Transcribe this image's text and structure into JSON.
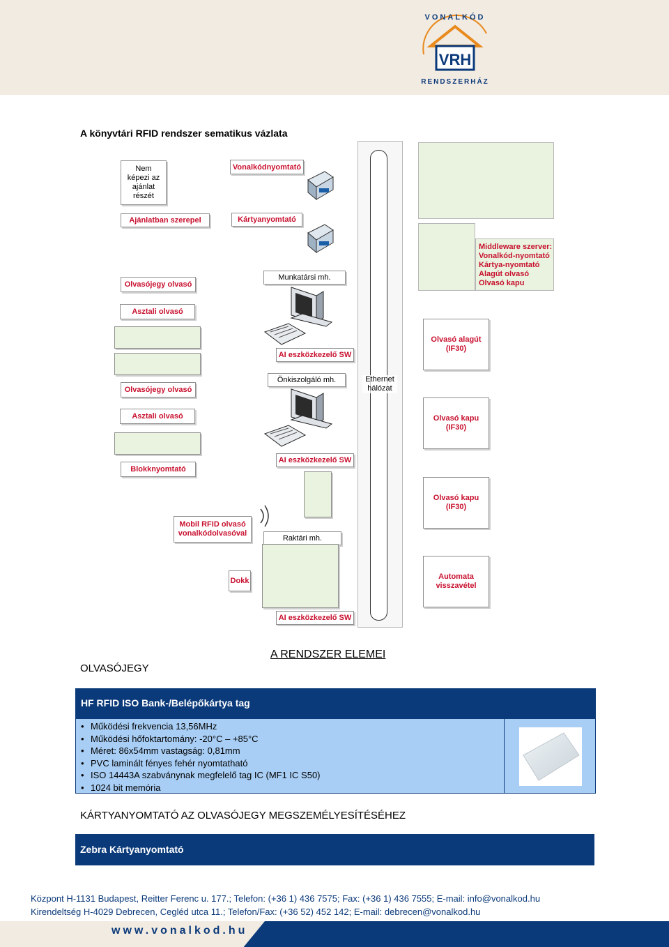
{
  "header": {
    "logo_text_top": "VONALKÓD",
    "logo_text_mid": "VRH",
    "logo_text_bottom": "RENDSZERHÁZ"
  },
  "diagram": {
    "title": "A könyvtári RFID rendszer sematikus vázlata",
    "labels": {
      "nem_kepezi": "Nem képezi az ajánlat részét",
      "ajanlatban": "Ajánlatban szerepel",
      "vonalkodnyomtato": "Vonalkódnyomtató",
      "kartyanyomtato": "Kártyanyomtató",
      "olvasojegy_olvaso_1": "Olvasójegy olvasó",
      "munkatarsi": "Munkatársi mh.",
      "asztali_olvaso_1": "Asztali olvasó",
      "ai_sw_1": "AI eszközkezelő SW",
      "olvasojegy_olvaso_2": "Olvasójegy olvasó",
      "onkiszolgalo": "Önkiszolgáló mh.",
      "ethernet": "Ethernet hálózat",
      "asztali_olvaso_2": "Asztali olvasó",
      "blokknyomtato": "Blokknyomtató",
      "ai_sw_2": "AI eszközkezelő SW",
      "mobil": "Mobil RFID olvasó vonalkódolvasóval",
      "raktari": "Raktári mh.",
      "dokk": "Dokk",
      "ai_sw_3": "AI eszközkezelő SW",
      "alagut": "Olvasó alagút (IF30)",
      "kapu_1": "Olvasó kapu (IF30)",
      "kapu_2": "Olvasó kapu (IF30)",
      "automata": "Automata visszavétel"
    },
    "middleware": [
      "Middleware szerver:",
      "Vonalkód-nyomtató",
      "Kártya-nyomtató",
      "Alagút olvasó",
      "Olvasó kapu"
    ]
  },
  "olvasojegy": {
    "section_title": "OLVASÓJEGY",
    "system_title": "A RENDSZER ELEMEI",
    "bar_title": "HF RFID ISO Bank-/Belépőkártya tag",
    "specs": [
      "Működési frekvencia 13,56MHz",
      "Működési hőfoktartomány: -20°C – +85°C",
      "Méret: 86x54mm  vastagság: 0,81mm",
      "PVC laminált fényes fehér nyomtatható",
      "ISO 14443A szabványnak megfelelő tag IC (MF1 IC S50)",
      "1024 bit memória"
    ]
  },
  "kartyanyomtato": {
    "section_title": "KÁRTYANYOMTATÓ AZ OLVASÓJEGY MEGSZEMÉLYESÍTÉSÉHEZ",
    "bar_title": "Zebra Kártyanyomtató"
  },
  "footer": {
    "line1": "Központ  H-1131 Budapest, Reitter Ferenc u. 177.; Telefon: (+36 1) 436 7575; Fax: (+36 1) 436 7555; E-mail: info@vonalkod.hu",
    "line2": "Kirendeltség   H-4029 Debrecen, Cegléd utca 11.; Telefon/Fax: (+36 52) 452 142; E-mail: debrecen@vonalkod.hu",
    "url": "www.vonalkod.hu"
  },
  "colors": {
    "accent_red": "#c8102e",
    "navy": "#0b3a7a",
    "light_blue": "#a9cef5",
    "panel_green": "#e9f3df",
    "logo_orange": "#e8891c"
  }
}
